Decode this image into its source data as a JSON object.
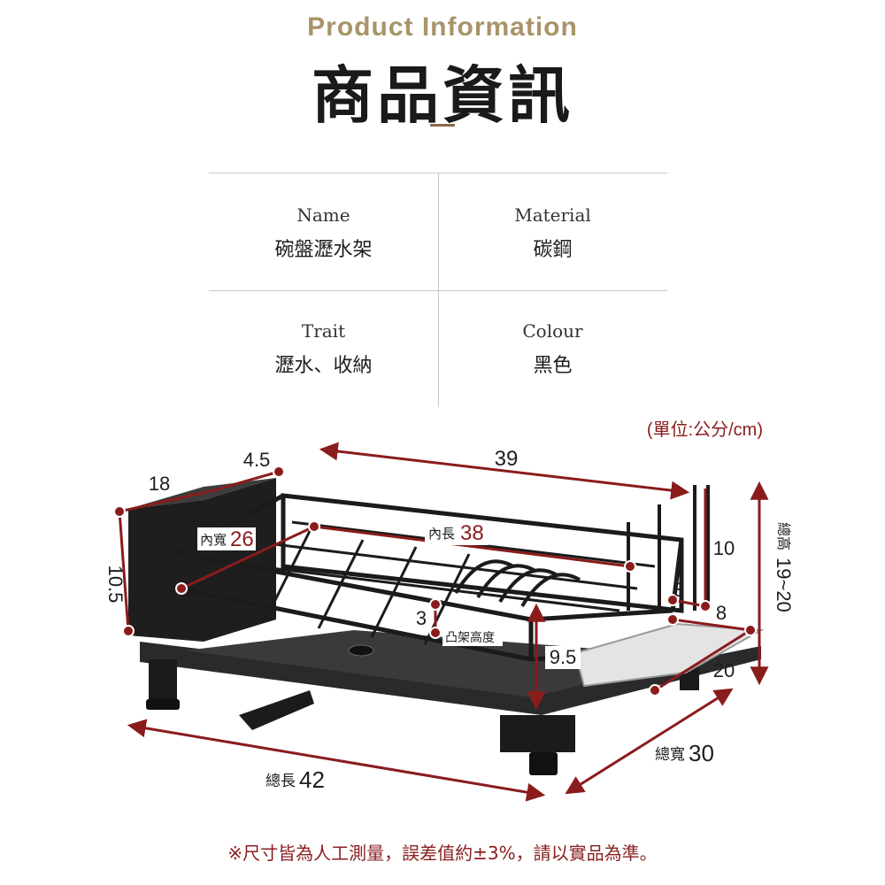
{
  "header": {
    "subtitle": "Product Information",
    "title": "商品資訊"
  },
  "specs": [
    {
      "label": "Name",
      "value": "碗盤瀝水架"
    },
    {
      "label": "Material",
      "value": "碳鋼"
    },
    {
      "label": "Trait",
      "value": "瀝水、收納"
    },
    {
      "label": "Colour",
      "value": "黑色"
    }
  ],
  "diagram": {
    "unit_note": "(單位:公分/cm)",
    "dimensions": {
      "holder_width": "18",
      "holder_depth": "4.5",
      "holder_height": "10.5",
      "top_length": "39",
      "inner_width_label": "內寬",
      "inner_width": "26",
      "inner_length_label": "內長",
      "inner_length": "38",
      "rack_side_height": "10",
      "gap_right": "3",
      "tray_ext": "8",
      "raised_label": "凸架高度",
      "raised_height": "3",
      "leg_height": "9.5",
      "tray_width": "20",
      "total_height_label": "總高",
      "total_height": "19~20",
      "total_width_label": "總寬",
      "total_width": "30",
      "total_length_label": "總長",
      "total_length": "42"
    },
    "colors": {
      "dimension": "#8a1c1c",
      "product": "#1b1b1b"
    }
  },
  "footer": {
    "note": "※尺寸皆為人工測量，誤差值約±3%，請以實品為準。"
  }
}
